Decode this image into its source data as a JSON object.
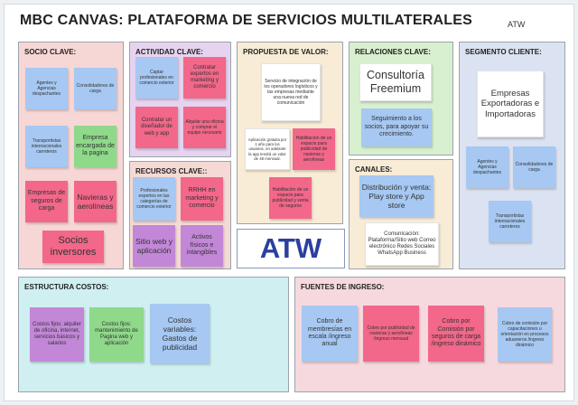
{
  "title": "MBC  CANVAS: PLATAFORMA DE SERVICIOS MULTILATERALES",
  "brand": "ATW",
  "center_logo": "ATW",
  "sections": {
    "socio": {
      "title": "SOCIO CLAVE:",
      "notes": [
        "Agentes  y Agencias despachantes",
        "Consolidadores de carga",
        "Transportistas internacionales carreteros",
        "Empresa encargada de la pagina",
        "Empresas de seguros de carga",
        "Navieras y aerolíneas",
        "Socios inversores"
      ]
    },
    "actividad": {
      "title": "ACTIVIDAD CLAVE:",
      "notes": [
        "Captar profesionales en comercio exterior",
        "Contratar expertos en marketing y comercio",
        "Contratar un diseñador de web y app",
        "Alquilar una oficina y comprar el equipo necesario"
      ]
    },
    "recursos": {
      "title": "RECURSOS CLAVE::",
      "notes": [
        "Profesionales expertos en las categorías de comercio exterior",
        "RRHH en marketing y comercio",
        "Sitio web y aplicación",
        "Activos físicos e intangibles"
      ]
    },
    "propuesta": {
      "title": "PROPUESTA DE VALOR:",
      "notes": [
        "Servicio de integración de los operadores logísticos y las empresas mediante una nueva red de comunicación",
        "Aplicación gratuita por 1 año para los usuarios, en adelante la app tendrá un valor de 48 mensual.",
        "Habilitación de un espacio para publicidad de navieras y aerolíneas",
        "Habilitación de un espacio para publicidad y venta de seguros"
      ]
    },
    "relaciones": {
      "title": "RELACIONES CLAVE:",
      "notes": [
        "Consultoría Freemium",
        "Seguimiento a los socios, para apoyar su crecimiento."
      ]
    },
    "canales": {
      "title": "CANALES:",
      "notes": [
        "Distribución y venta: Play store y App store",
        "Comunicación: Plataforma/Sitio web Correo electrónico Redes Sociales WhatsApp Business"
      ]
    },
    "segmento": {
      "title": "SEGMENTO CLIENTE:",
      "notes": [
        "Empresas Exportadoras e Importadoras",
        "Agentes  y Agencias despachantes",
        "Consolidadores de carga",
        "Transportistas internacionales carreteros"
      ]
    },
    "costos": {
      "title": "ESTRUCTURA COSTOS:",
      "notes": [
        "Costos fijos: alquiler de oficina, internet, servicios básicos y salarios",
        "Costos fijos: mantenimiento de Pagina web y aplicación",
        "Costos variables: Gastos de publicidad"
      ]
    },
    "ingresos": {
      "title": "FUENTES DE INGRESO:",
      "notes": [
        "Cobro de membresías en escala /ingreso anual",
        "Cobro por publicidad de navieras y aerolíneas /ingreso mensual",
        "Cobro por Comisión por seguros de carga  /ingreso dinámico",
        "Cobro de comisión por capacitaciones u orientación en procesos aduaneros /ingreso dinámico"
      ]
    }
  },
  "colors": {
    "socio_bg": "#f7d6d6",
    "actividad_bg": "#e6d3ef",
    "recursos_bg": "#f5d9d4",
    "propuesta_bg": "#f8ecd6",
    "relaciones_bg": "#d8f0cf",
    "canales_bg": "#f8ecd6",
    "segmento_bg": "#dbe2f1",
    "costos_bg": "#cfeff1",
    "ingresos_bg": "#f6d9de"
  }
}
